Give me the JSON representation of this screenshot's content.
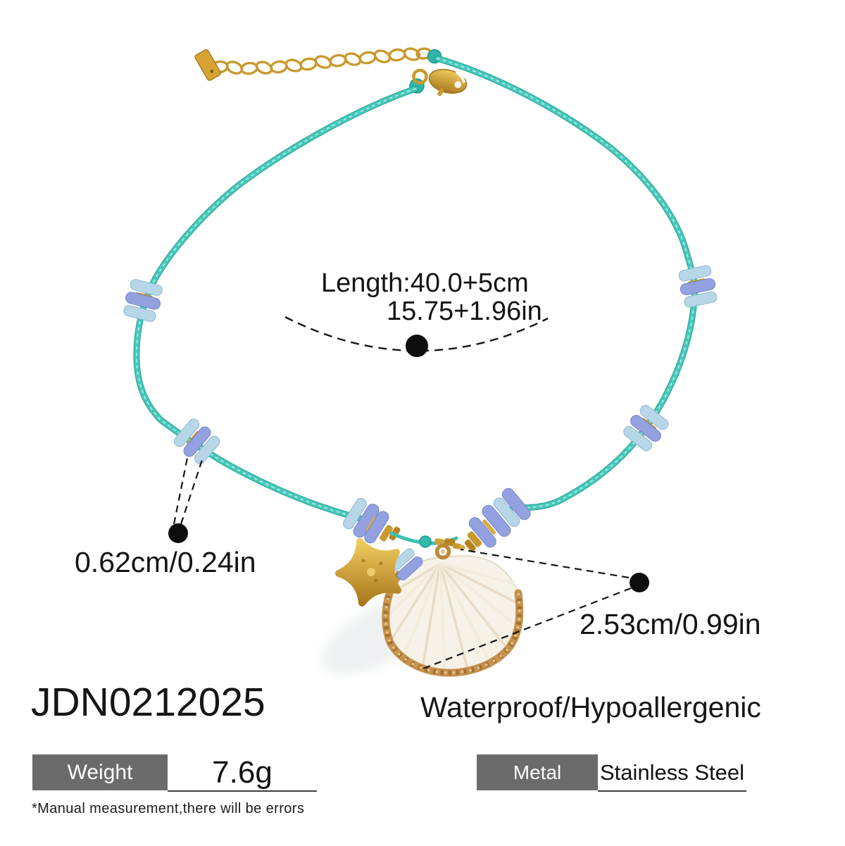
{
  "product": {
    "sku": "JDN0212025",
    "feature_text": "Waterproof/Hypoallergenic",
    "disclaimer": "*Manual measurement,there will be errors",
    "specs": [
      {
        "label": "Weight",
        "value": "7.6g"
      },
      {
        "label": "Metal",
        "value": "Stainless Steel"
      }
    ]
  },
  "measurements": {
    "length_cm": "Length:40.0+5cm",
    "length_in": "15.75+1.96in",
    "bead_size": "0.62cm/0.24in",
    "pendant_size": "2.53cm/0.99in"
  },
  "image": {
    "subject": "teal cord necklace with gold extender chain, lobster clasp, blue heishi bead clusters, gold starfish charm and gold-rimmed white scallop shell pendant",
    "colors": {
      "cord_teal": "#3ec0b4",
      "bead_light_blue": "#b7d7e9",
      "bead_periwinkle": "#93a1e0",
      "gold": "#c9992f",
      "shell_cream": "#f7f2e7",
      "shell_rim_gold": "#c6924f",
      "spec_bar_gray": "#6b6b6b",
      "annotation_black": "#141414"
    }
  }
}
